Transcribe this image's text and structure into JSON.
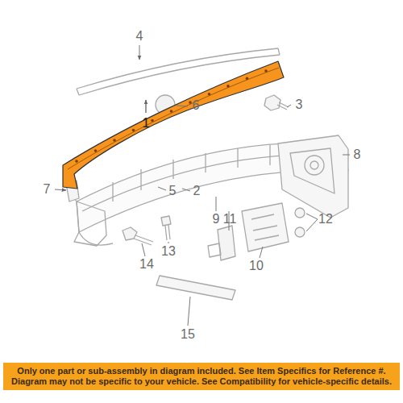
{
  "diagram": {
    "nodes": [
      {
        "text": [
          "Only one part or sub-assembly in diagram included. See Item Specifics for Reference #. Diagram may not be specific to your vehicle. See Compatibility for vehicle-specific details."
        ]
      }
    ],
    "labels": [
      "4",
      "6",
      "3",
      "1",
      "8",
      "7",
      "5",
      "2",
      "9",
      "11",
      "12",
      "13",
      "14",
      "10",
      "15"
    ]
  }
}
